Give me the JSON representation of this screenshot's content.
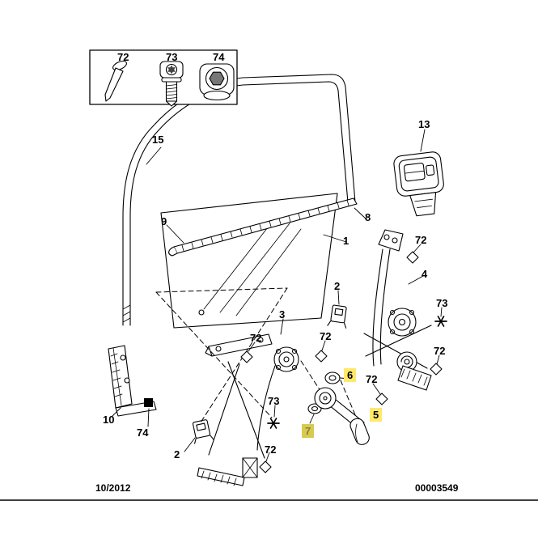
{
  "footer": {
    "date": "10/2012",
    "doc_number": "00003549"
  },
  "colors": {
    "highlight": "#ffe96b",
    "highlight_dim": "#d8ca4e",
    "line": "#000000",
    "background": "#ffffff"
  },
  "labels": {
    "box_72": {
      "text": "72"
    },
    "box_73": {
      "text": "73"
    },
    "box_74": {
      "text": "74"
    },
    "frame_15": {
      "text": "15"
    },
    "glass_9": {
      "text": "9"
    },
    "strip_8": {
      "text": "8"
    },
    "trim_1": {
      "text": "1"
    },
    "switch_13": {
      "text": "13"
    },
    "reg4": {
      "text": "4"
    },
    "reg3": {
      "text": "3"
    },
    "clip2_top": {
      "text": "2"
    },
    "clip2_bottom": {
      "text": "2"
    },
    "handle_5": {
      "text": "5",
      "highlighted": true
    },
    "washer_6": {
      "text": "6",
      "highlighted": true
    },
    "washer_7": {
      "text": "7",
      "highlighted": true
    },
    "bracket_10": {
      "text": "10"
    },
    "square_74": {
      "text": "74"
    },
    "r72_right_top": {
      "text": "72"
    },
    "r72_right_bottom": {
      "text": "72"
    },
    "r72_low": {
      "text": "72"
    },
    "r72_mid": {
      "text": "72"
    },
    "r72_left": {
      "text": "72"
    },
    "r72_bottom": {
      "text": "72"
    },
    "r73_right": {
      "text": "73"
    },
    "r73_left": {
      "text": "73"
    }
  }
}
